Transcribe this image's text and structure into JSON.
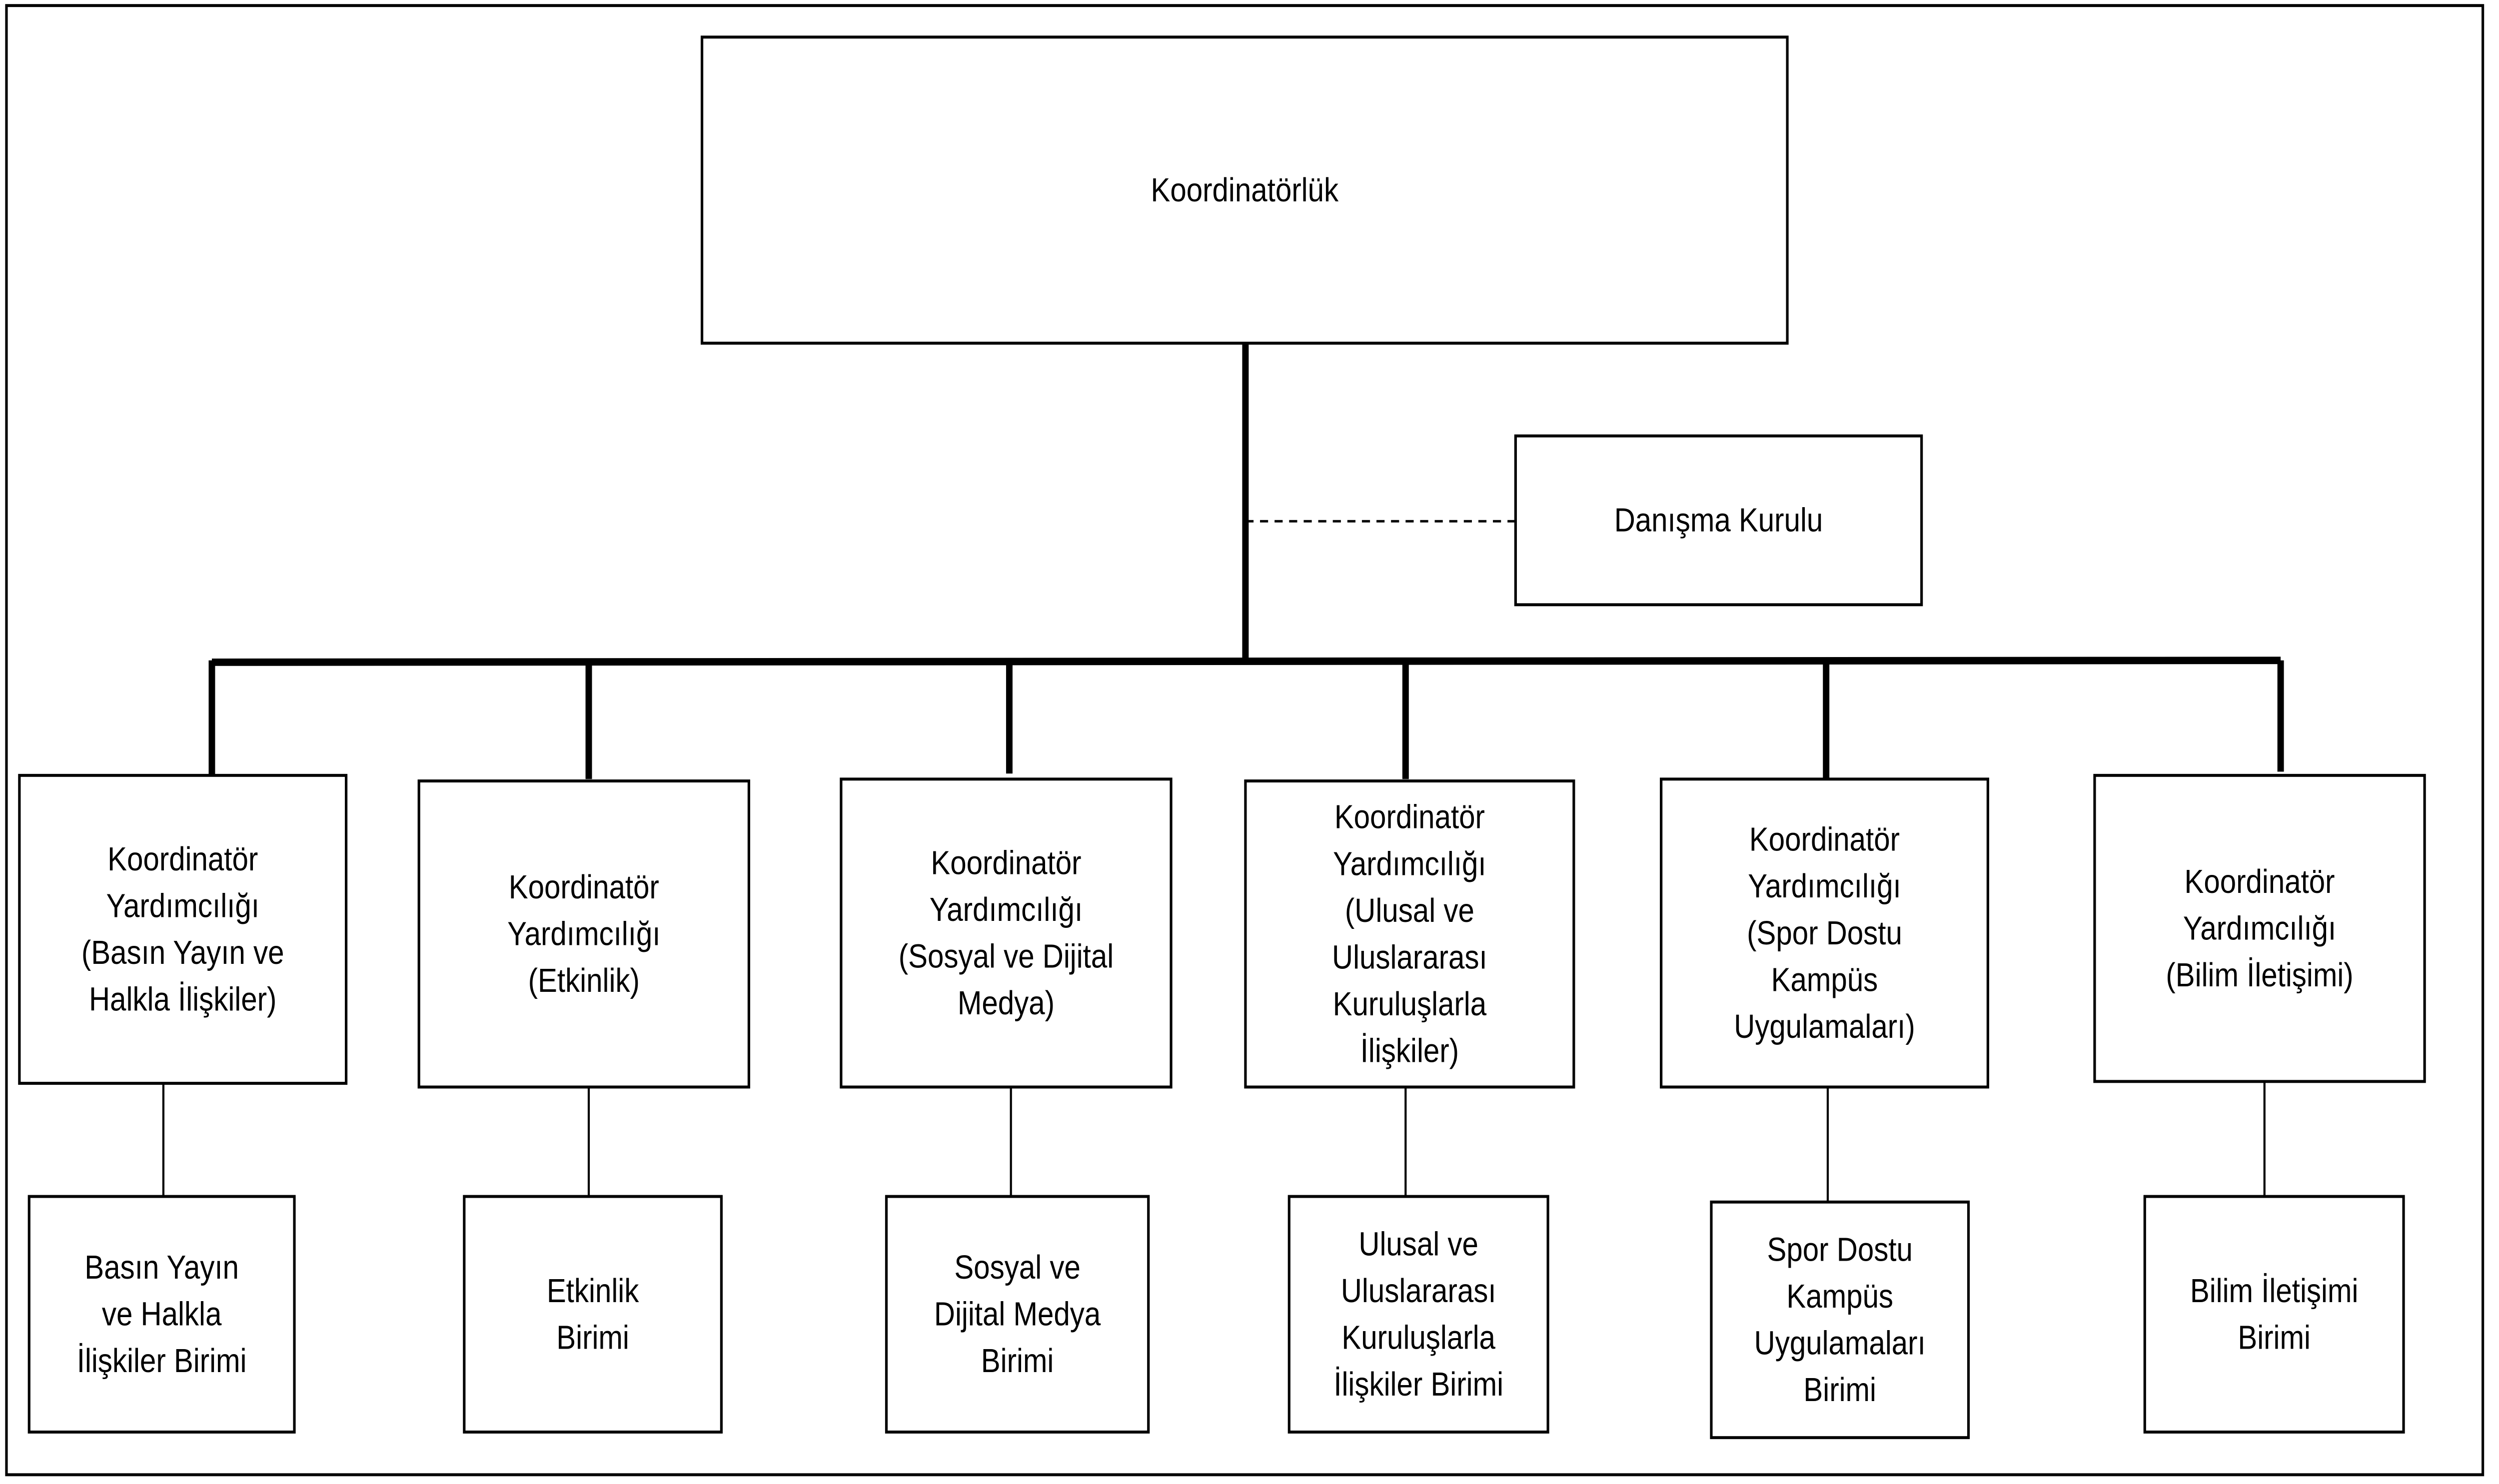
{
  "chart": {
    "root": {
      "lines": [
        "Koordinatörlük"
      ]
    },
    "advisory": {
      "lines": [
        "Danışma Kurulu"
      ],
      "relation": "dashed"
    },
    "deputies": [
      {
        "lines": [
          "Koordinatör",
          "Yardımcılığı",
          "(Basın Yayın ve",
          "Halkla İlişkiler)"
        ],
        "unit": {
          "lines": [
            "Basın Yayın",
            "ve Halkla",
            "İlişkiler Birimi"
          ]
        }
      },
      {
        "lines": [
          "Koordinatör",
          "Yardımcılığı",
          "(Etkinlik)"
        ],
        "unit": {
          "lines": [
            "Etkinlik",
            "Birimi"
          ]
        }
      },
      {
        "lines": [
          "Koordinatör",
          "Yardımcılığı",
          "(Sosyal ve Dijital",
          "Medya)"
        ],
        "unit": {
          "lines": [
            "Sosyal ve",
            "Dijital Medya",
            "Birimi"
          ]
        }
      },
      {
        "lines": [
          "Koordinatör",
          "Yardımcılığı",
          "(Ulusal ve",
          "Uluslararası",
          "Kuruluşlarla",
          "İlişkiler)"
        ],
        "unit": {
          "lines": [
            "Ulusal ve",
            "Uluslararası",
            "Kuruluşlarla",
            "İlişkiler Birimi"
          ]
        }
      },
      {
        "lines": [
          "Koordinatör",
          "Yardımcılığı",
          "(Spor Dostu",
          "Kampüs",
          "Uygulamaları)"
        ],
        "unit": {
          "lines": [
            "Spor Dostu",
            "Kampüs",
            "Uygulamaları",
            "Birimi"
          ]
        }
      },
      {
        "lines": [
          "Koordinatör",
          "Yardımcılığı",
          "(Bilim İletişimi)"
        ],
        "unit": {
          "lines": [
            "Bilim İletişimi",
            "Birimi"
          ]
        }
      }
    ]
  }
}
